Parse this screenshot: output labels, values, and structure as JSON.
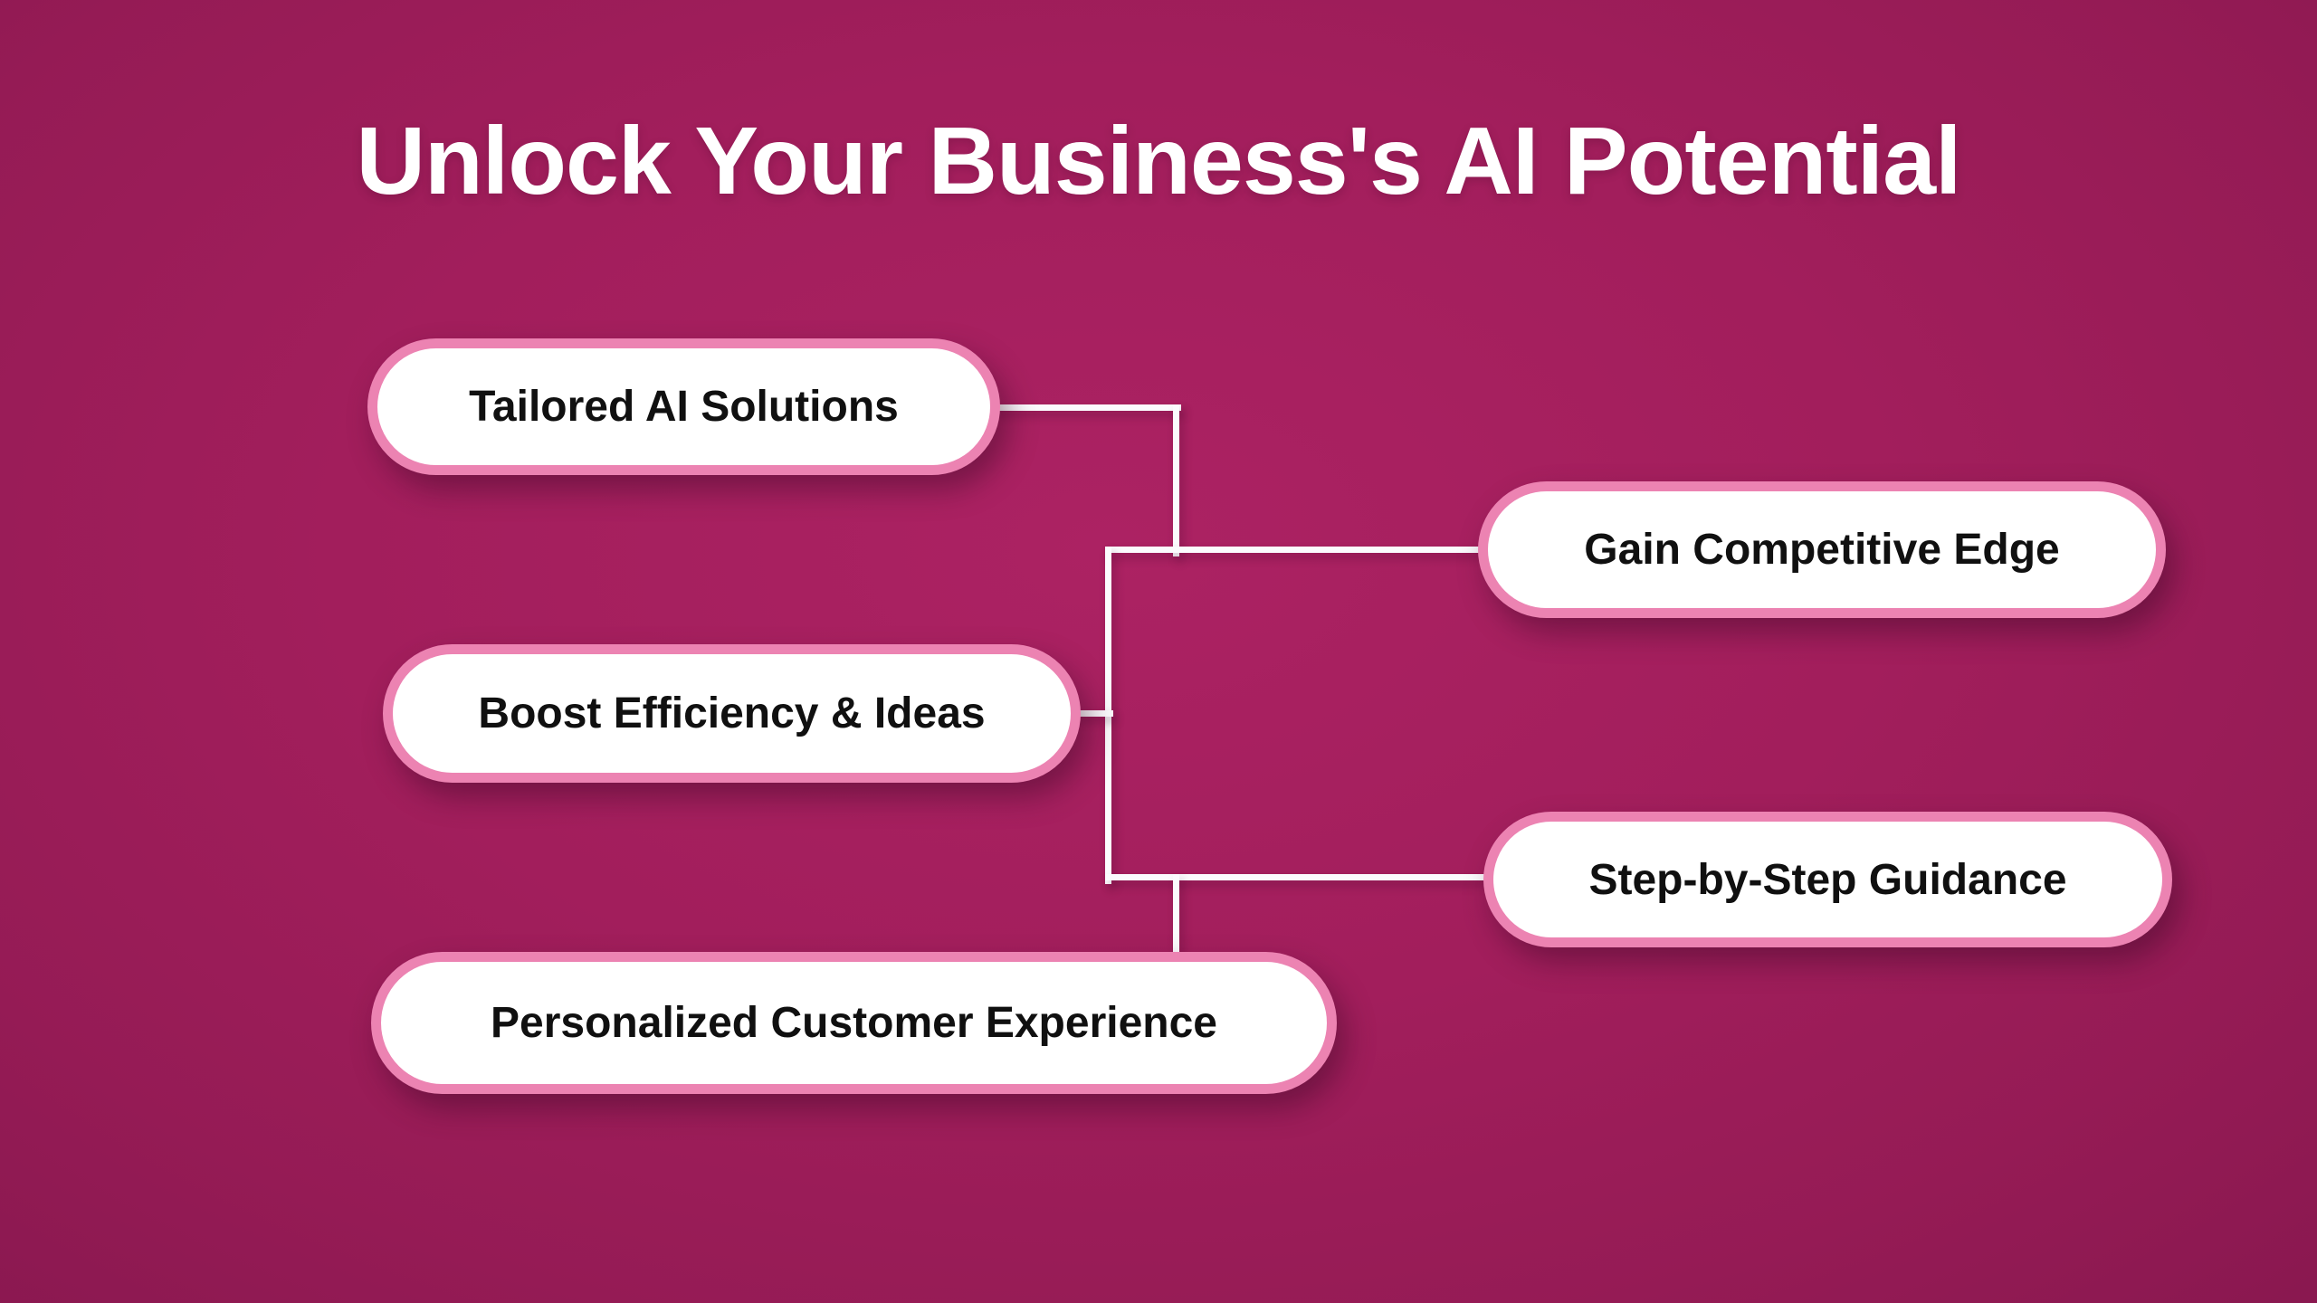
{
  "title": "Unlock Your Business's AI Potential",
  "diagram": {
    "type": "bracket-mind-map",
    "nodes": [
      {
        "id": "tailored-ai-solutions",
        "label": "Tailored AI Solutions",
        "side": "left"
      },
      {
        "id": "gain-competitive-edge",
        "label": "Gain Competitive Edge",
        "side": "right"
      },
      {
        "id": "boost-efficiency-ideas",
        "label": "Boost Efficiency & Ideas",
        "side": "left"
      },
      {
        "id": "step-by-step-guidance",
        "label": "Step-by-Step Guidance",
        "side": "right"
      },
      {
        "id": "personalized-customer-experience",
        "label": "Personalized Customer Experience",
        "side": "bottom-left"
      }
    ],
    "edges": [
      {
        "from": "tailored-ai-solutions",
        "to": "trunk"
      },
      {
        "from": "boost-efficiency-ideas",
        "to": "trunk"
      },
      {
        "from": "personalized-customer-experience",
        "to": "trunk"
      },
      {
        "from": "trunk",
        "to": "gain-competitive-edge"
      },
      {
        "from": "trunk",
        "to": "step-by-step-guidance"
      }
    ]
  },
  "colors": {
    "background": "#a21e5c",
    "node_fill": "#ffffff",
    "node_border": "#ec83b2",
    "node_text": "#101010",
    "connector": "#fbfbfd",
    "title_text": "#ffffff"
  }
}
